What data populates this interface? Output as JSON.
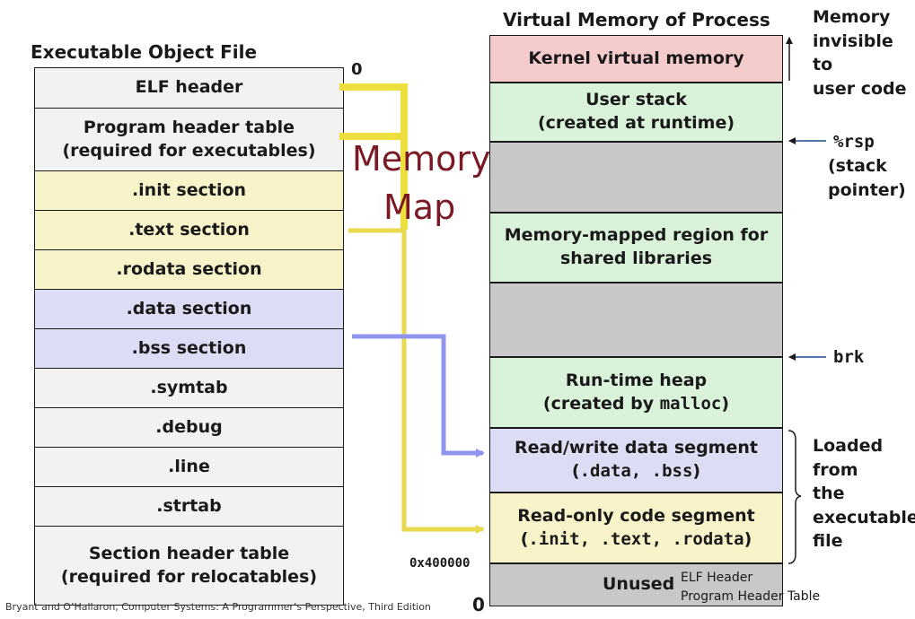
{
  "left": {
    "title": "Executable Object File",
    "offset_top": "0",
    "sections": [
      {
        "label": "ELF header",
        "fill": "#f2f2f2"
      },
      {
        "label": "Program header table\n(required for executables)",
        "fill": "#f2f2f2"
      },
      {
        "label": ".init section",
        "fill": "#f8f3c8"
      },
      {
        "label": ".text section",
        "fill": "#f8f3c8"
      },
      {
        "label": ".rodata section",
        "fill": "#f8f3c8"
      },
      {
        "label": ".data section",
        "fill": "#dcdcf4"
      },
      {
        "label": ".bss section",
        "fill": "#dcdcf4"
      },
      {
        "label": ".symtab",
        "fill": "#f2f2f2"
      },
      {
        "label": ".debug",
        "fill": "#f2f2f2"
      },
      {
        "label": ".line",
        "fill": "#f2f2f2"
      },
      {
        "label": ".strtab",
        "fill": "#f2f2f2"
      },
      {
        "label": "Section header table\n(required for relocatables)",
        "fill": "#f2f2f2"
      }
    ]
  },
  "center_label": {
    "line1": "Memory",
    "line2": "Map"
  },
  "right": {
    "title": "Virtual Memory of  Process",
    "kernel": "Kernel virtual memory",
    "user_stack": "User stack\n(created at runtime)",
    "shared_libs": "Memory-mapped region for\nshared libraries",
    "heap_line1": "Run-time heap",
    "heap_line2_prefix": "(created by ",
    "heap_line2_code": "malloc",
    "heap_line2_suffix": ")",
    "rw_line1": "Read/write data segment",
    "rw_line2_prefix": "(",
    "rw_line2_code": ".data, .bss",
    "rw_line2_suffix": ")",
    "ro_line1": "Read-only code segment",
    "ro_line2_prefix": "(",
    "ro_line2_code": ".init, .text, .rodata",
    "ro_line2_suffix": ")",
    "unused": "Unused",
    "addr_400000": "0x400000",
    "addr_zero": "0",
    "kernel_note": "Memory\ninvisible to\nuser code",
    "rsp_reg": "%rsp",
    "rsp_note": "(stack\npointer)",
    "brk": "brk",
    "loaded_note": "Loaded\nfrom\nthe\nexecutable\nfile"
  },
  "colors": {
    "kernel": "#f4cccc",
    "green": "#d9f2d9",
    "gray": "#c8c8c8",
    "blue_region": "#dcdcf4",
    "yellow_region": "#f8f3c8",
    "yellow_arrow": "#e8d94e",
    "blue_arrow": "#8f95ee",
    "memory_map_text": "#7a1a24",
    "frame_yellow": "#ecdf3e"
  },
  "annotation": {
    "line1": "ELF Header",
    "line2": "Program Header Table"
  },
  "caption": "Bryant and O’Hallaron, Computer Systems: A Programmer’s Perspective, Third Edition"
}
